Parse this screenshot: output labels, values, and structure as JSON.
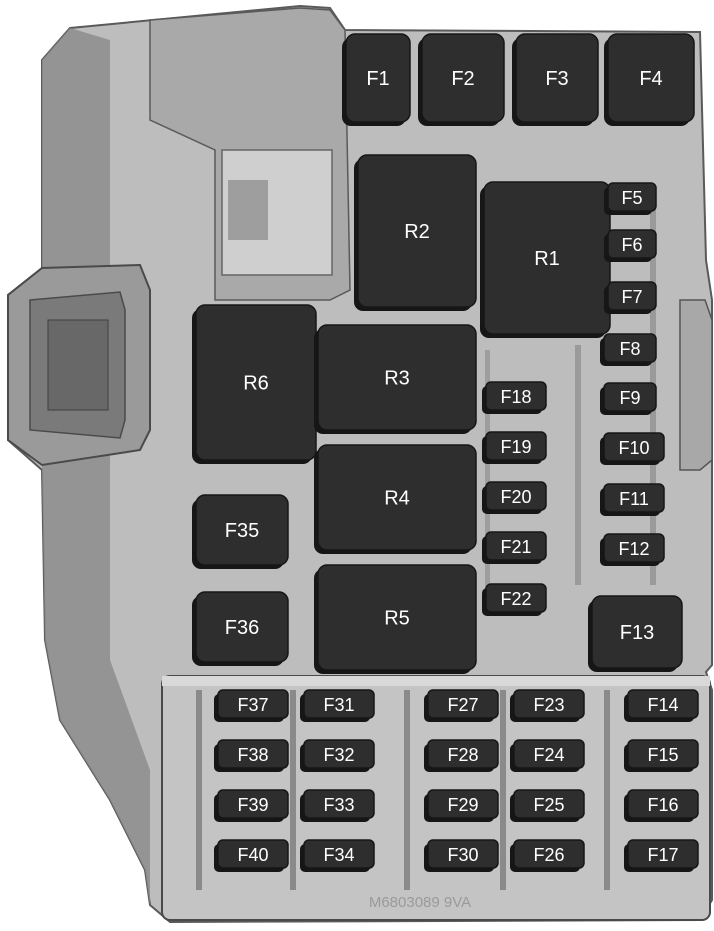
{
  "diagram": {
    "components": [
      {
        "id": "F1",
        "label": "F1",
        "kind": "fuse"
      },
      {
        "id": "F2",
        "label": "F2",
        "kind": "fuse"
      },
      {
        "id": "F3",
        "label": "F3",
        "kind": "fuse"
      },
      {
        "id": "F4",
        "label": "F4",
        "kind": "fuse"
      },
      {
        "id": "R2",
        "label": "R2",
        "kind": "relay"
      },
      {
        "id": "R1",
        "label": "R1",
        "kind": "relay"
      },
      {
        "id": "F5",
        "label": "F5",
        "kind": "mini-fuse"
      },
      {
        "id": "F6",
        "label": "F6",
        "kind": "mini-fuse"
      },
      {
        "id": "F7",
        "label": "F7",
        "kind": "mini-fuse"
      },
      {
        "id": "F8",
        "label": "F8",
        "kind": "mini-fuse"
      },
      {
        "id": "F9",
        "label": "F9",
        "kind": "mini-fuse"
      },
      {
        "id": "F10",
        "label": "F10",
        "kind": "mini-fuse"
      },
      {
        "id": "F11",
        "label": "F11",
        "kind": "mini-fuse"
      },
      {
        "id": "F12",
        "label": "F12",
        "kind": "mini-fuse"
      },
      {
        "id": "R6",
        "label": "R6",
        "kind": "relay"
      },
      {
        "id": "R3",
        "label": "R3",
        "kind": "relay"
      },
      {
        "id": "R4",
        "label": "R4",
        "kind": "relay"
      },
      {
        "id": "R5",
        "label": "R5",
        "kind": "relay"
      },
      {
        "id": "F18",
        "label": "F18",
        "kind": "mini-fuse"
      },
      {
        "id": "F19",
        "label": "F19",
        "kind": "mini-fuse"
      },
      {
        "id": "F20",
        "label": "F20",
        "kind": "mini-fuse"
      },
      {
        "id": "F21",
        "label": "F21",
        "kind": "mini-fuse"
      },
      {
        "id": "F22",
        "label": "F22",
        "kind": "mini-fuse"
      },
      {
        "id": "F35",
        "label": "F35",
        "kind": "fuse"
      },
      {
        "id": "F36",
        "label": "F36",
        "kind": "fuse"
      },
      {
        "id": "F13",
        "label": "F13",
        "kind": "fuse"
      },
      {
        "id": "F37",
        "label": "F37",
        "kind": "mini-fuse"
      },
      {
        "id": "F38",
        "label": "F38",
        "kind": "mini-fuse"
      },
      {
        "id": "F39",
        "label": "F39",
        "kind": "mini-fuse"
      },
      {
        "id": "F40",
        "label": "F40",
        "kind": "mini-fuse"
      },
      {
        "id": "F31",
        "label": "F31",
        "kind": "mini-fuse"
      },
      {
        "id": "F32",
        "label": "F32",
        "kind": "mini-fuse"
      },
      {
        "id": "F33",
        "label": "F33",
        "kind": "mini-fuse"
      },
      {
        "id": "F34",
        "label": "F34",
        "kind": "mini-fuse"
      },
      {
        "id": "F27",
        "label": "F27",
        "kind": "mini-fuse"
      },
      {
        "id": "F28",
        "label": "F28",
        "kind": "mini-fuse"
      },
      {
        "id": "F29",
        "label": "F29",
        "kind": "mini-fuse"
      },
      {
        "id": "F30",
        "label": "F30",
        "kind": "mini-fuse"
      },
      {
        "id": "F23",
        "label": "F23",
        "kind": "mini-fuse"
      },
      {
        "id": "F24",
        "label": "F24",
        "kind": "mini-fuse"
      },
      {
        "id": "F25",
        "label": "F25",
        "kind": "mini-fuse"
      },
      {
        "id": "F26",
        "label": "F26",
        "kind": "mini-fuse"
      },
      {
        "id": "F14",
        "label": "F14",
        "kind": "mini-fuse"
      },
      {
        "id": "F15",
        "label": "F15",
        "kind": "mini-fuse"
      },
      {
        "id": "F16",
        "label": "F16",
        "kind": "mini-fuse"
      },
      {
        "id": "F17",
        "label": "F17",
        "kind": "mini-fuse"
      }
    ],
    "molded_marking": "M6803089 9VA"
  },
  "colors": {
    "housing": "#b9b9b9",
    "housing_dark": "#7c7c7c",
    "housing_light": "#d4d4d4",
    "component": "#2e2e2e",
    "component_edge": "#161616",
    "label": "#ffffff"
  }
}
